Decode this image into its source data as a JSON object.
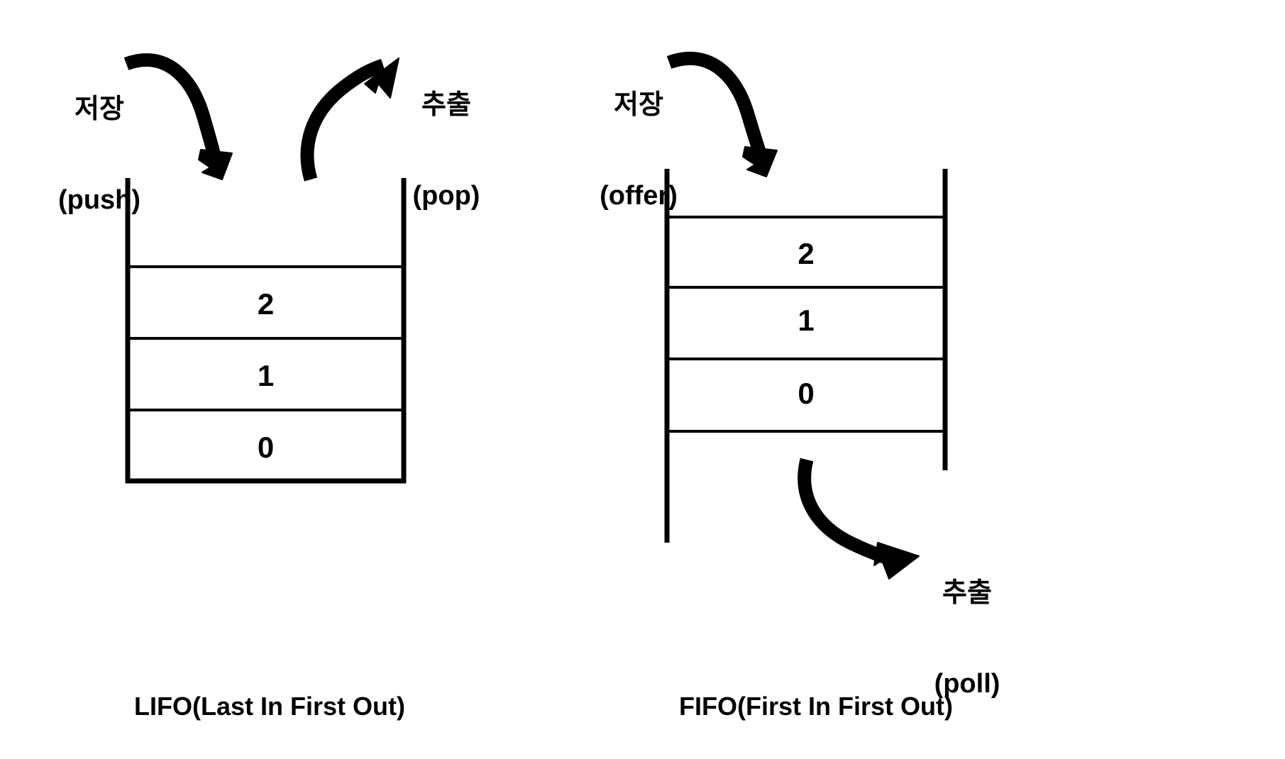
{
  "diagram": {
    "title_left": "LIFO(Last In First Out)",
    "title_right": "FIFO(First In First Out)",
    "background_color": "#ffffff",
    "stroke_color": "#000000"
  },
  "stack": {
    "caption": "LIFO(Last In First Out)",
    "push_label_line1": "저장",
    "push_label_line2": "(push)",
    "pop_label_line1": "추출",
    "pop_label_line2": "(pop)",
    "cells": [
      {
        "value": "2"
      },
      {
        "value": "1"
      },
      {
        "value": "0"
      }
    ]
  },
  "queue": {
    "caption": "FIFO(First In First Out)",
    "offer_label_line1": "저장",
    "offer_label_line2": "(offer)",
    "poll_label_line1": "추출",
    "poll_label_line2": "(poll)",
    "cells": [
      {
        "value": "2"
      },
      {
        "value": "1"
      },
      {
        "value": "0"
      }
    ]
  }
}
